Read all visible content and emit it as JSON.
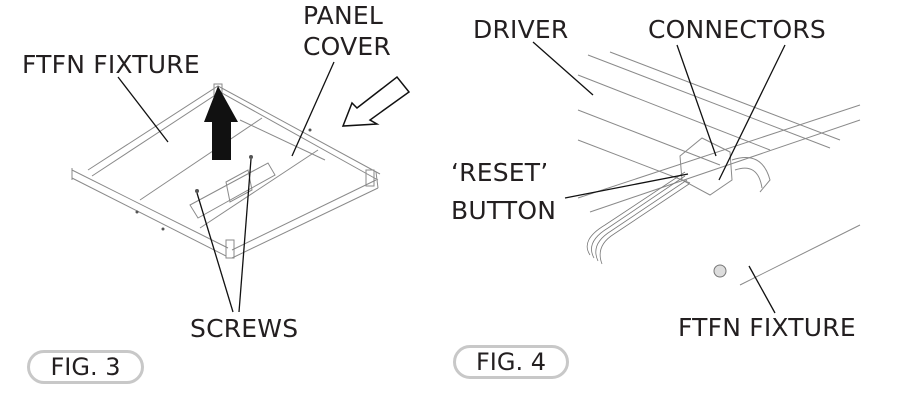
{
  "figures": [
    {
      "id": "fig3",
      "tag": "FIG. 3",
      "labels": {
        "fixture": "FTFN FIXTURE",
        "panel_line1": "PANEL",
        "panel_line2": "COVER",
        "screws": "SCREWS"
      },
      "arrows": [
        {
          "name": "lift-arrow",
          "style": "solid black",
          "direction": "up"
        },
        {
          "name": "insert-arrow",
          "style": "outline",
          "direction": "down-left"
        }
      ]
    },
    {
      "id": "fig4",
      "tag": "FIG. 4",
      "labels": {
        "driver": "DRIVER",
        "connectors": "CONNECTORS",
        "reset_line1": "‘RESET’",
        "reset_line2": "BUTTON",
        "fixture": "FTFN FIXTURE"
      }
    }
  ],
  "colors": {
    "text": "#231f20",
    "line_art": "#7a7a7a",
    "leader": "#111111",
    "tag_border": "#c8c8c8"
  }
}
